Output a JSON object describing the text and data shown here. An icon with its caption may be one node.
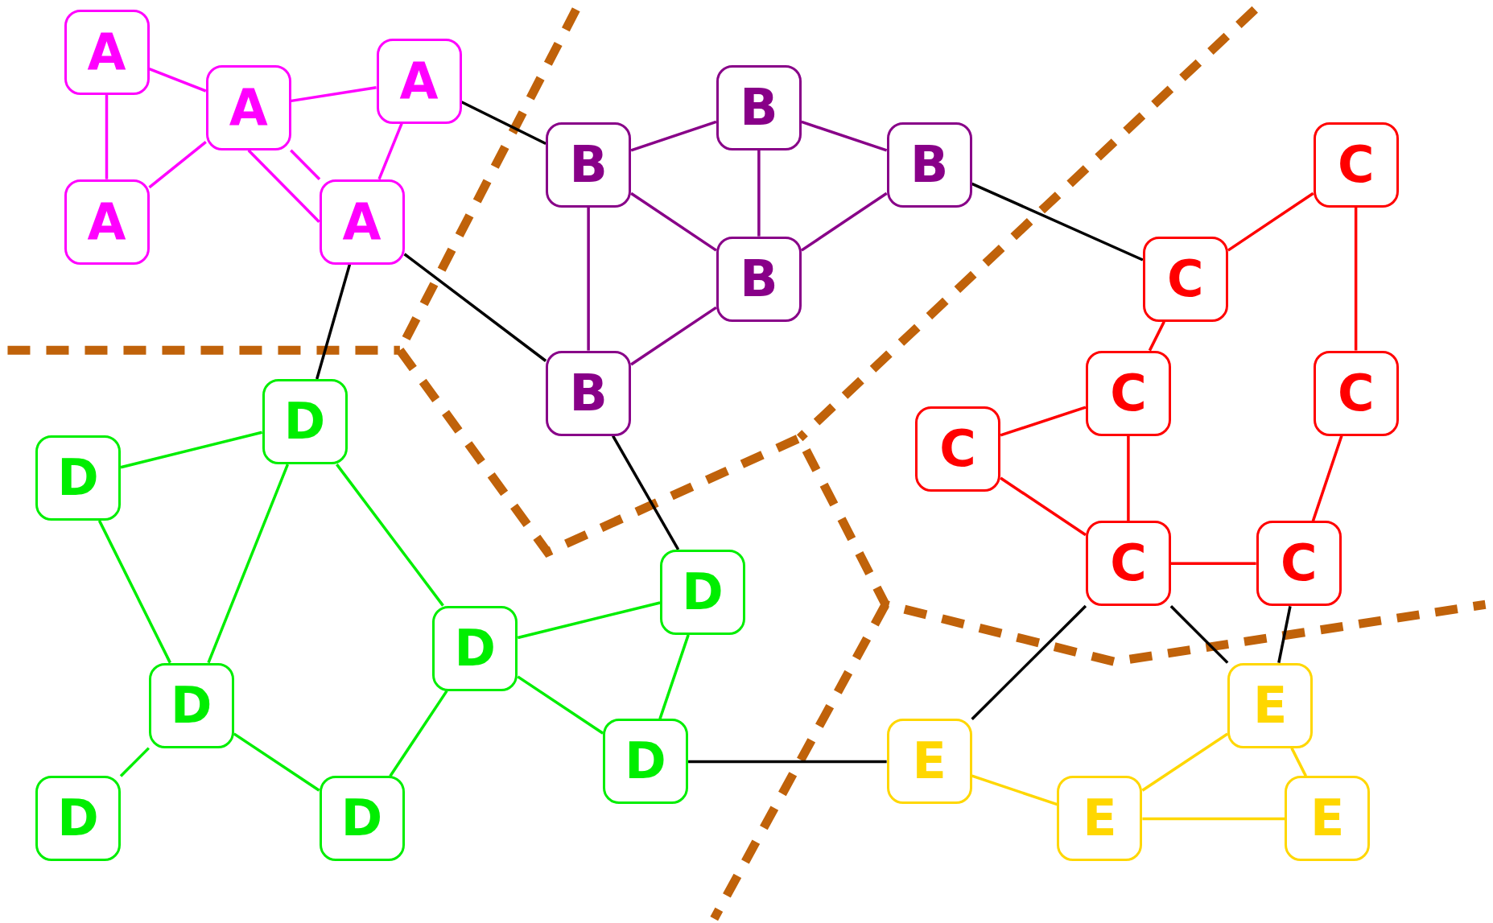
{
  "diagram": {
    "nodes": [
      {
        "text": [
          "A"
        ]
      },
      {
        "text": [
          "A"
        ]
      },
      {
        "text": [
          "A"
        ]
      },
      {
        "text": [
          "A"
        ]
      },
      {
        "text": [
          "A"
        ]
      },
      {
        "text": [
          "B"
        ]
      },
      {
        "text": [
          "B"
        ]
      },
      {
        "text": [
          "B"
        ]
      },
      {
        "text": [
          "B"
        ]
      },
      {
        "text": [
          "B"
        ]
      },
      {
        "text": [
          "C"
        ]
      },
      {
        "text": [
          "C"
        ]
      },
      {
        "text": [
          "C"
        ]
      },
      {
        "text": [
          "C"
        ]
      },
      {
        "text": [
          "C"
        ]
      },
      {
        "text": [
          "C"
        ]
      },
      {
        "text": [
          "C"
        ]
      },
      {
        "text": [
          "D"
        ]
      },
      {
        "text": [
          "D"
        ]
      },
      {
        "text": [
          "D"
        ]
      },
      {
        "text": [
          "D"
        ]
      },
      {
        "text": [
          "D"
        ]
      },
      {
        "text": [
          "D"
        ]
      },
      {
        "text": [
          "D"
        ]
      },
      {
        "text": [
          "D"
        ]
      },
      {
        "text": [
          "E"
        ]
      },
      {
        "text": [
          "E"
        ]
      },
      {
        "text": [
          "E"
        ]
      },
      {
        "text": [
          "E"
        ]
      }
    ],
    "edges": [
      {
        "from": 0,
        "to": 1,
        "arrow": "none",
        "color": "#ff00ff"
      },
      {
        "from": 0,
        "to": 3,
        "arrow": "none",
        "color": "#ff00ff"
      },
      {
        "from": 1,
        "to": 2,
        "arrow": "none",
        "color": "#ff00ff"
      },
      {
        "from": 1,
        "to": 4,
        "arrow": "none",
        "color": "#ff00ff"
      },
      {
        "from": 1,
        "to": 4,
        "arrow": "none",
        "color": "#ff00ff"
      },
      {
        "from": 1,
        "to": 3,
        "arrow": "none",
        "color": "#ff00ff"
      },
      {
        "from": 2,
        "to": 4,
        "arrow": "none",
        "color": "#ff00ff"
      },
      {
        "from": 2,
        "to": 5,
        "arrow": "none",
        "color": "#000000"
      },
      {
        "from": 4,
        "to": 17,
        "arrow": "none",
        "color": "#000000"
      },
      {
        "from": 4,
        "to": 9,
        "arrow": "none",
        "color": "#000000"
      },
      {
        "from": 5,
        "to": 6,
        "arrow": "none",
        "color": "#880088"
      },
      {
        "from": 5,
        "to": 8,
        "arrow": "none",
        "color": "#880088"
      },
      {
        "from": 5,
        "to": 9,
        "arrow": "none",
        "color": "#880088"
      },
      {
        "from": 6,
        "to": 8,
        "arrow": "none",
        "color": "#880088"
      },
      {
        "from": 6,
        "to": 7,
        "arrow": "none",
        "color": "#880088"
      },
      {
        "from": 7,
        "to": 8,
        "arrow": "none",
        "color": "#880088"
      },
      {
        "from": 8,
        "to": 9,
        "arrow": "none",
        "color": "#880088"
      },
      {
        "from": 7,
        "to": 11,
        "arrow": "none",
        "color": "#000000"
      },
      {
        "from": 9,
        "to": 19,
        "arrow": "none",
        "color": "#000000"
      },
      {
        "from": 10,
        "to": 11,
        "arrow": "none",
        "color": "#ff0000"
      },
      {
        "from": 10,
        "to": 13,
        "arrow": "none",
        "color": "#ff0000"
      },
      {
        "from": 11,
        "to": 12,
        "arrow": "none",
        "color": "#ff0000"
      },
      {
        "from": 12,
        "to": 14,
        "arrow": "none",
        "color": "#ff0000"
      },
      {
        "from": 12,
        "to": 15,
        "arrow": "none",
        "color": "#ff0000"
      },
      {
        "from": 13,
        "to": 16,
        "arrow": "none",
        "color": "#ff0000"
      },
      {
        "from": 15,
        "to": 16,
        "arrow": "none",
        "color": "#ff0000"
      },
      {
        "from": 14,
        "to": 15,
        "arrow": "none",
        "color": "#ff0000"
      },
      {
        "from": 15,
        "to": 26,
        "arrow": "none",
        "color": "#000000"
      },
      {
        "from": 15,
        "to": 25,
        "arrow": "none",
        "color": "#000000"
      },
      {
        "from": 16,
        "to": 25,
        "arrow": "none",
        "color": "#000000"
      },
      {
        "from": 17,
        "to": 18,
        "arrow": "none",
        "color": "#00ee00"
      },
      {
        "from": 17,
        "to": 21,
        "arrow": "none",
        "color": "#00ee00"
      },
      {
        "from": 17,
        "to": 20,
        "arrow": "none",
        "color": "#00ee00"
      },
      {
        "from": 18,
        "to": 21,
        "arrow": "none",
        "color": "#00ee00"
      },
      {
        "from": 21,
        "to": 23,
        "arrow": "none",
        "color": "#00ee00"
      },
      {
        "from": 21,
        "to": 24,
        "arrow": "none",
        "color": "#00ee00"
      },
      {
        "from": 20,
        "to": 19,
        "arrow": "none",
        "color": "#00ee00"
      },
      {
        "from": 20,
        "to": 22,
        "arrow": "none",
        "color": "#00ee00"
      },
      {
        "from": 20,
        "to": 24,
        "arrow": "none",
        "color": "#00ee00"
      },
      {
        "from": 19,
        "to": 22,
        "arrow": "none",
        "color": "#00ee00"
      },
      {
        "from": 22,
        "to": 26,
        "arrow": "none",
        "color": "#000000"
      },
      {
        "from": 26,
        "to": 27,
        "arrow": "none",
        "color": "#ffd700"
      },
      {
        "from": 25,
        "to": 27,
        "arrow": "none",
        "color": "#ffd700"
      },
      {
        "from": 25,
        "to": 28,
        "arrow": "none",
        "color": "#ffd700"
      },
      {
        "from": 27,
        "to": 28,
        "arrow": "none",
        "color": "#ffd700"
      }
    ]
  }
}
